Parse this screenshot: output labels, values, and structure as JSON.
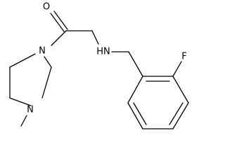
{
  "atoms": {
    "oxygen": "O",
    "amide_nitrogen": "N",
    "amine_nitrogen": "HN",
    "methyl_nitrogen": "N",
    "fluorine": "F"
  },
  "colors": {
    "bond": "#000000",
    "label": "#000000",
    "background": "#ffffff"
  }
}
